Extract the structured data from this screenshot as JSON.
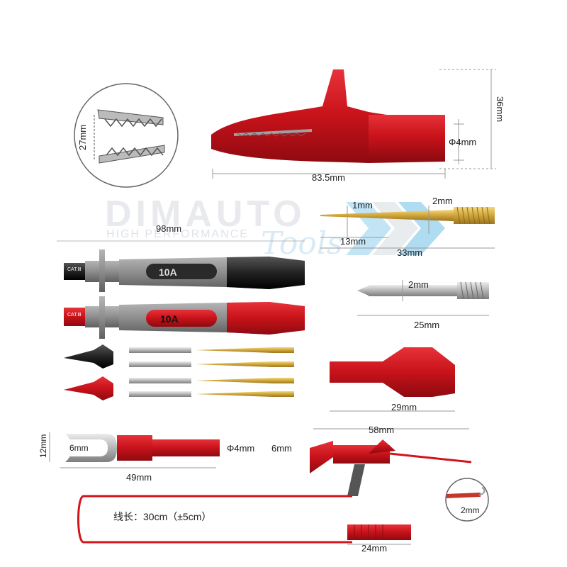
{
  "watermark": {
    "brand": "DIMAUTO",
    "tagline": "HIGH PERFORMANCE",
    "script": "Tools"
  },
  "dimensions": {
    "crocodile_jaw_opening": "27mm",
    "crocodile_height": "36mm",
    "crocodile_diameter": "Φ4mm",
    "crocodile_length": "83.5mm",
    "gold_pin_tip": "1mm",
    "gold_pin_thread": "2mm",
    "gold_pin_tip_length": "13mm",
    "gold_pin_length": "33mm",
    "probe_length": "98mm",
    "silver_pin_diameter": "2mm",
    "silver_pin_length": "25mm",
    "cap_length": "29mm",
    "fork_width": "12mm",
    "fork_opening": "6mm",
    "fork_diameter": "Φ4mm",
    "fork_end": "6mm",
    "fork_length": "49mm",
    "hook_length": "58mm",
    "hook_tip": "2mm",
    "banana_length": "24mm"
  },
  "probe_labels": {
    "rating": "10A",
    "cat_black": "CAT.Ⅲ",
    "cat_red": "CAT.Ⅲ"
  },
  "cable_note": "线长：30cm（±5cm）",
  "colors": {
    "red": "#d3141b",
    "black": "#1d1d1d",
    "gray": "#8c8c8c",
    "gold": "#d9b44a",
    "silver": "#b9b9b9"
  }
}
